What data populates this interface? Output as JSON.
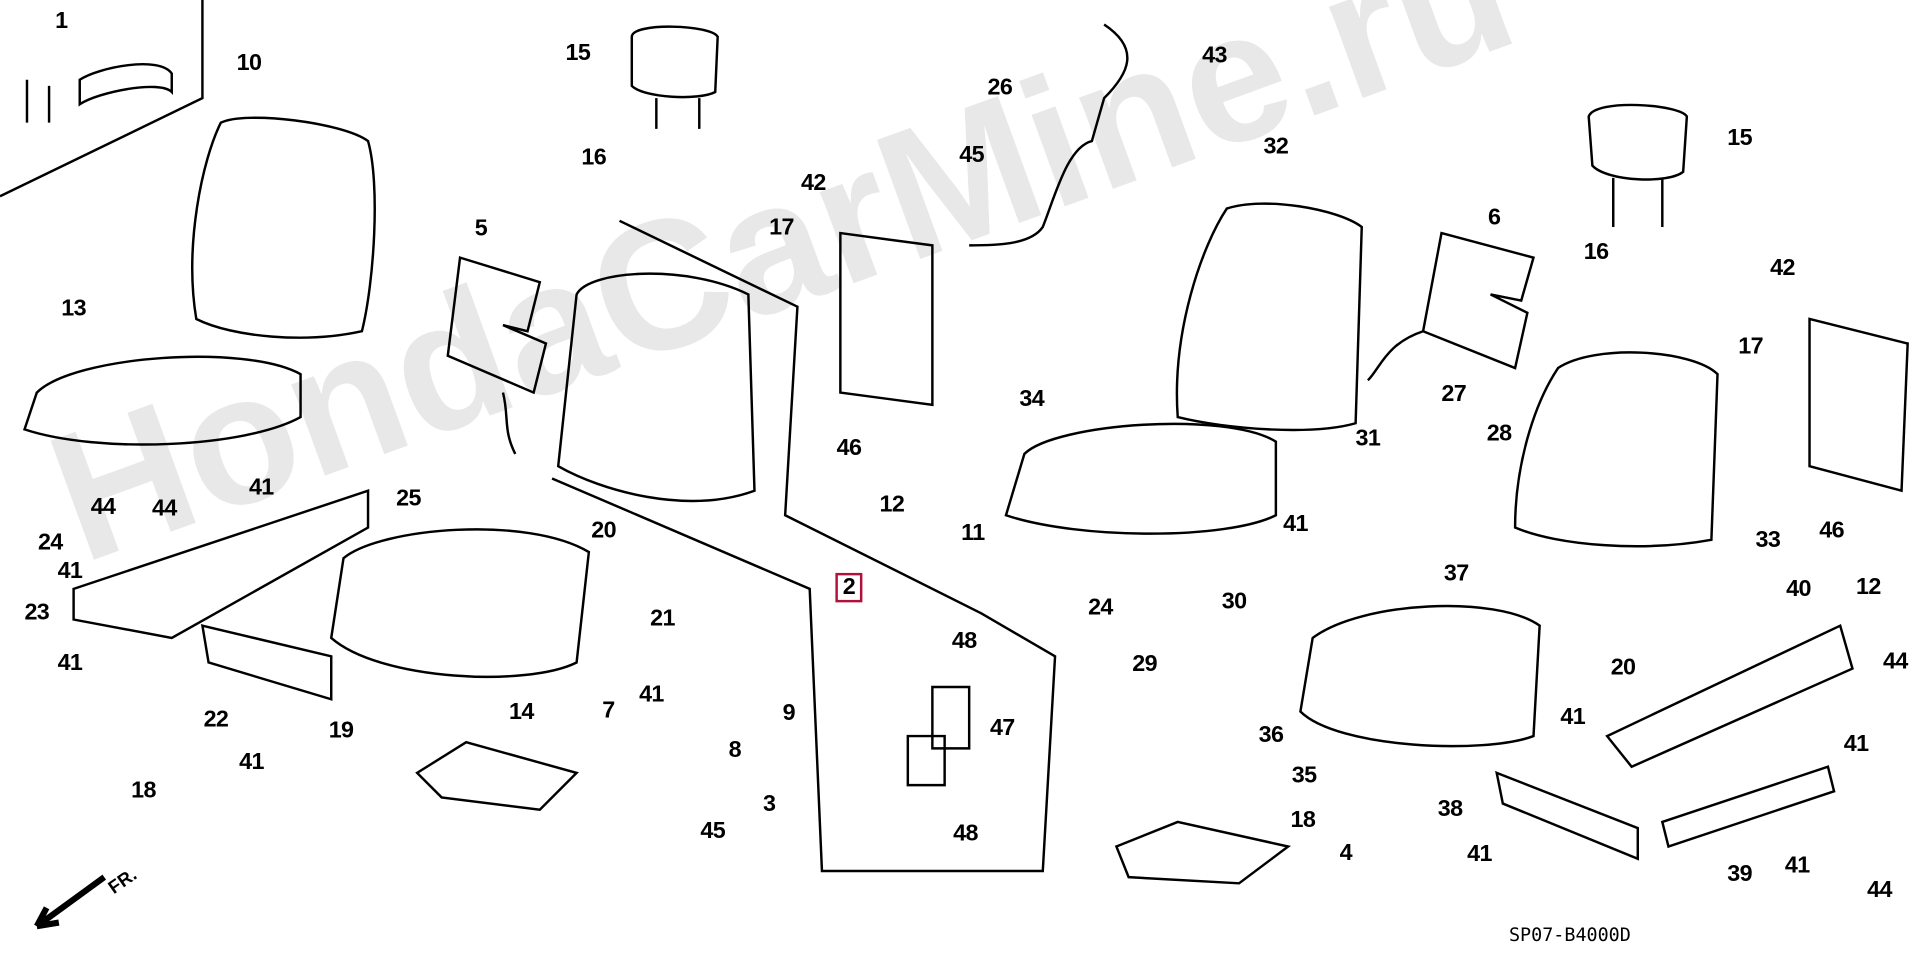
{
  "diagram_code": "SP07-B4000D",
  "front_arrow_label": "FR.",
  "watermark": "HondaCarMine.ru",
  "highlighted_part": "2",
  "labels": [
    "1",
    "10",
    "13",
    "15",
    "16",
    "42",
    "17",
    "5",
    "26",
    "43",
    "45",
    "32",
    "6",
    "15",
    "16",
    "42",
    "17",
    "46",
    "12",
    "34",
    "27",
    "28",
    "31",
    "33",
    "46",
    "12",
    "25",
    "24",
    "44",
    "44",
    "41",
    "41",
    "23",
    "20",
    "11",
    "41",
    "30",
    "24",
    "37",
    "40",
    "21",
    "2",
    "48",
    "41",
    "29",
    "20",
    "44",
    "7",
    "41",
    "9",
    "22",
    "47",
    "19",
    "36",
    "41",
    "41",
    "8",
    "41",
    "35",
    "18",
    "3",
    "45",
    "48",
    "18",
    "38",
    "4",
    "41",
    "39",
    "41",
    "44",
    "14"
  ]
}
